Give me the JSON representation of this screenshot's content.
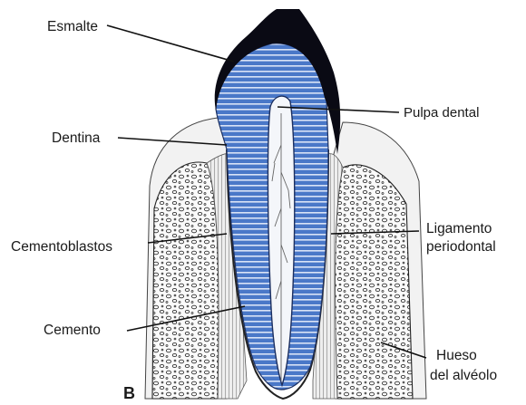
{
  "labels": {
    "esmalte": "Esmalte",
    "dentina": "Dentina",
    "pulpa": "Pulpa dental",
    "cementoblastos": "Cementoblastos",
    "ligamento_1": "Ligamento",
    "ligamento_2": "periodontal",
    "cemento": "Cemento",
    "hueso_1": "Hueso",
    "hueso_2": "del alvéolo",
    "panel": "B"
  },
  "colors": {
    "enamel": "#0a0a14",
    "dentin": "#4a78c8",
    "dentin_stripe": "#d9e3f6",
    "pulp": "#f4f6fa",
    "bone": "#fafafa",
    "ligament": "#e9e9e9",
    "line": "#111111"
  }
}
